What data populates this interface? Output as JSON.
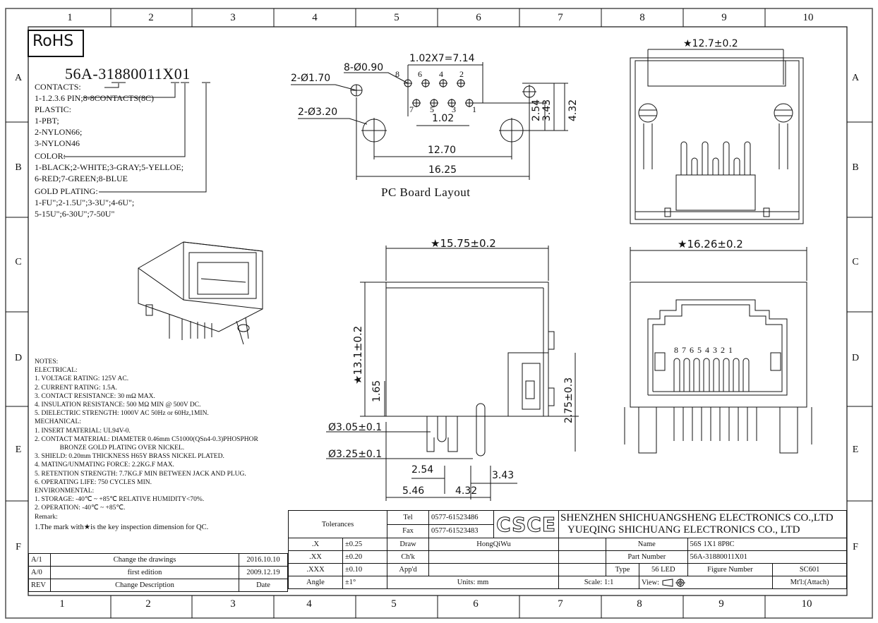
{
  "columns": [
    "1",
    "2",
    "3",
    "4",
    "5",
    "6",
    "7",
    "8",
    "9",
    "10"
  ],
  "rows": [
    "A",
    "B",
    "C",
    "D",
    "E",
    "F"
  ],
  "rohs_mark": "RoHS",
  "part_code": "56A-31880011X01",
  "part_legend": [
    "CONTACTS:",
    "1-1.2.3.6 PIN;8-8CONTACTS(8C)",
    "PLASTIC:",
    "1-PBT;",
    "2-NYLON66;",
    "3-NYLON46",
    "COLOR:",
    "1-BLACK;2-WHITE;3-GRAY;5-YELLOE;",
    "6-RED;7-GREEN;8-BLUE",
    "GOLD PLATING:",
    "1-FU\";2-1.5U\";3-3U\";4-6U\";",
    "5-15U\";6-30U\";7-50U\""
  ],
  "pcb_layout": {
    "caption": "PC Board Layout",
    "dims": {
      "hole_d170": "2-Ø1.70",
      "hole_d090": "8-Ø0.90",
      "hole_d320": "2-Ø3.20",
      "pitch": "1.02X7=7.14",
      "d102": "1.02",
      "d1270": "12.70",
      "d1625": "16.25",
      "d254": "2.54",
      "d343": "3.43",
      "d432": "4.32"
    },
    "pin_numbers_top": [
      "8",
      "6",
      "4",
      "2"
    ],
    "pin_numbers_bottom": [
      "7",
      "5",
      "3",
      "1"
    ]
  },
  "top_view": {
    "width_dim": "★12.7±0.2"
  },
  "side_view": {
    "width_dim": "★15.75±0.2",
    "height_dim": "★13.1±0.2",
    "d165": "1.65",
    "d275": "2.75±0.3",
    "d305": "Ø3.05±0.1",
    "d325": "Ø3.25±0.1",
    "d254": "2.54",
    "d343": "3.43",
    "d546": "5.46",
    "d432": "4.32"
  },
  "front_view": {
    "width_dim": "★16.26±0.2",
    "pin_numbers": "8 7 6 5 4 3 2 1"
  },
  "notes": [
    "NOTES:",
    "ELECTRICAL:",
    "1. VOLTAGE RATING: 125V AC.",
    "2. CURRENT RATING: 1.5A.",
    "3. CONTACT RESISTANCE: 30 mΩ MAX.",
    "4. INSULATION RESISTANCE: 500 MΩ MIN @ 500V DC.",
    "5. DIELECTRIC STRENGTH: 1000V AC 50Hz or 60Hz,1MIN.",
    "MECHANICAL:",
    "1. INSERT MATERIAL: UL94V-0.",
    "2. CONTACT MATERIAL: DIAMETER 0.46mm C51000(QSn4-0.3)PHOSPHOR",
    "               BRONZE GOLD PLATING OVER NICKEL.",
    "3. SHIELD: 0.20mm THICKNESS H65Y BRASS NICKEL PLATED.",
    "4. MATING/UNMATING FORCE: 2.2KG.F MAX.",
    "5. RETENTION STRENGTH: 7.7KG.F MIN BETWEEN JACK AND PLUG.",
    "6. OPERATING LIFE: 750 CYCLES MIN.",
    "ENVIRONMENTAL:",
    "1. STORAGE: -40℃ ~ +85℃ RELATIVE HUMIDITY<70%.",
    "2. OPERATION: -40℃ ~ +85℃.",
    "Remark:",
    "1.The mark with★is the key inspection dimension for QC."
  ],
  "revisions": [
    {
      "rev": "A/1",
      "desc": "Change the drawings",
      "date": "2016.10.10"
    },
    {
      "rev": "A/0",
      "desc": "first edition",
      "date": "2009.12.19"
    }
  ],
  "rev_header": {
    "rev": "REV",
    "desc": "Change Description",
    "date": "Date"
  },
  "title_block": {
    "tolerances_label": "Tolerances",
    "tol_rows": [
      {
        "k": ".X",
        "v": "±0.25"
      },
      {
        "k": ".XX",
        "v": "±0.20"
      },
      {
        "k": ".XXX",
        "v": "±0.10"
      },
      {
        "k": "Angle",
        "v": "±1°"
      }
    ],
    "tel_label": "Tel",
    "tel": "0577-61523486",
    "fax_label": "Fax",
    "fax": "0577-61523483",
    "logo": "CSCE",
    "company1": "SHENZHEN SHICHUANGSHENG ELECTRONICS CO.,LTD",
    "company2": "YUEQING SHICHUANG ELECTRONICS CO., LTD",
    "draw_label": "Draw",
    "draw": "HongQiWu",
    "check_label": "Ch'k",
    "approve_label": "App'd",
    "name_label": "Name",
    "name": "56S 1X1 8P8C",
    "part_label": "Part Number",
    "part": "56A-31880011X01",
    "type_label": "Type",
    "type": "56 LED",
    "figure_label": "Figure Number",
    "figure": "SC601",
    "units": "Units: mm",
    "scale": "Scale: 1:1",
    "view": "View:",
    "material": "Mt'l:(Attach)"
  }
}
